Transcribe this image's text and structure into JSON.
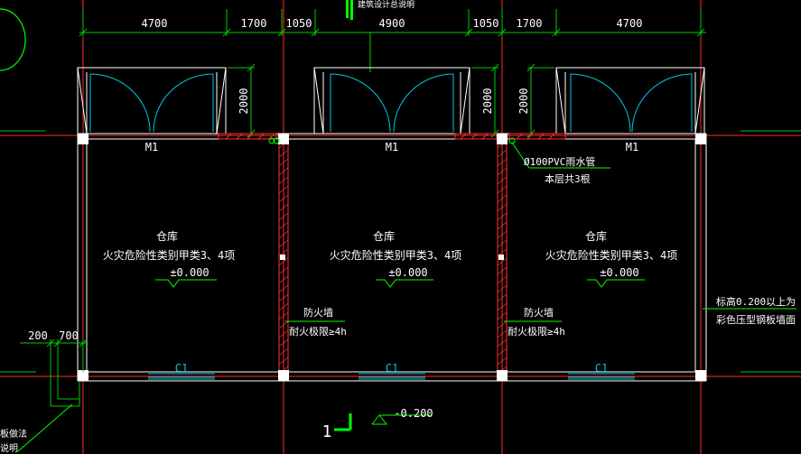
{
  "drawing": {
    "header_note": "建筑设计总说明",
    "dimensions": {
      "top": [
        "4700",
        "1700",
        "1050",
        "4900",
        "1050",
        "1700",
        "4700"
      ],
      "door_depth": [
        "2000",
        "2000",
        "2000"
      ],
      "left": [
        "200",
        "700"
      ]
    },
    "doors": [
      "M1",
      "M1",
      "M1"
    ],
    "windows": [
      "C1",
      "C1",
      "C1"
    ],
    "rooms": [
      {
        "name": "仓库",
        "hazard": "火灾危险性类别甲类3、4项",
        "elevation": "±0.000"
      },
      {
        "name": "仓库",
        "hazard": "火灾危险性类别甲类3、4项",
        "elevation": "±0.000"
      },
      {
        "name": "仓库",
        "hazard": "火灾危险性类别甲类3、4项",
        "elevation": "±0.000"
      }
    ],
    "firewalls": [
      {
        "title": "防火墙",
        "rating": "耐火极限≥4h"
      },
      {
        "title": "防火墙",
        "rating": "耐火极限≥4h"
      }
    ],
    "pipe_note": {
      "line1": "Ø100PVC雨水管",
      "line2": "本层共3根"
    },
    "right_note": {
      "line1": "标高0.200以上为",
      "line2": "彩色压型钢板墙面"
    },
    "section_mark": "1",
    "ground_elevation": "-0.200",
    "bottom_left_notes": [
      "板做法",
      "说明"
    ]
  }
}
